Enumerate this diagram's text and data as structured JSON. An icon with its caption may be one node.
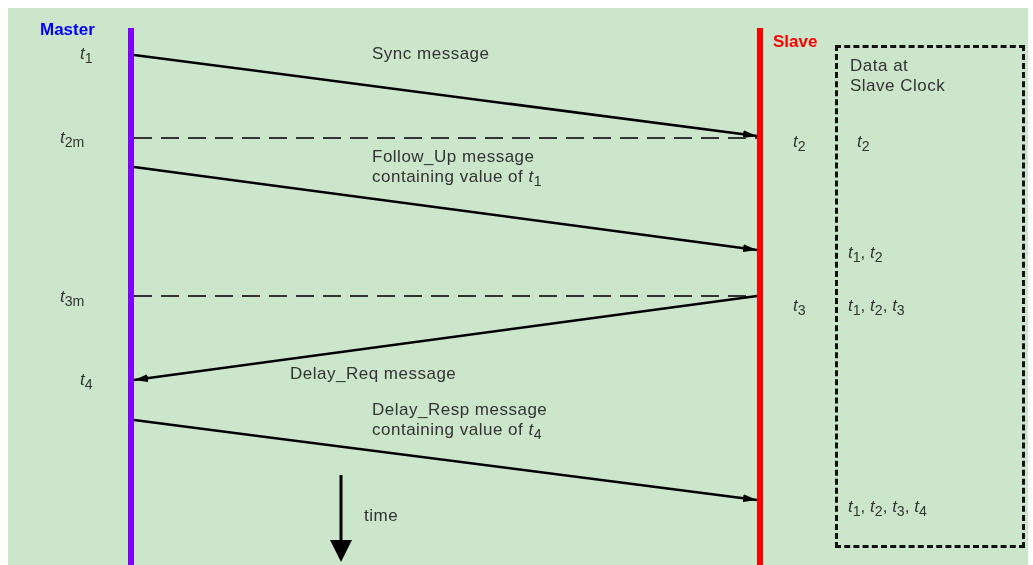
{
  "diagram": {
    "nodes": [
      {
        "text": [
          "Master"
        ]
      },
      {
        "text": [
          "Slave"
        ]
      },
      {
        "text": [
          "Data at Slave Clock"
        ]
      }
    ],
    "edges": [
      {
        "from": 0,
        "to": 1,
        "arrow": "to",
        "label": "Sync message"
      },
      {
        "from": 0,
        "to": 1,
        "arrow": "none",
        "style": "dashed"
      },
      {
        "from": 0,
        "to": 1,
        "arrow": "to",
        "label": "Follow_Up message containing value of *t*$_{1}$"
      },
      {
        "from": 0,
        "to": 1,
        "arrow": "none",
        "style": "dashed"
      },
      {
        "from": 1,
        "to": 0,
        "arrow": "to",
        "label": "Delay_Req message"
      },
      {
        "from": 0,
        "to": 1,
        "arrow": "to",
        "label": "Delay_Resp message containing value of *t*$_{4}$"
      }
    ],
    "labels": [
      "*t*$_{1}$",
      "*t*$_{2m}$",
      "*t*$_{2}$",
      "*t*$_{2}$",
      "*t*$_{1}$, *t*$_{2}$",
      "*t*$_{3m}$",
      "*t*$_{3}$",
      "*t*$_{1}$, *t*$_{2}$, *t*$_{3}$",
      "*t*$_{4}$",
      "time",
      "*t*$_{1}$, *t*$_{2}$, *t*$_{3}$, *t*$_{4}$"
    ]
  }
}
